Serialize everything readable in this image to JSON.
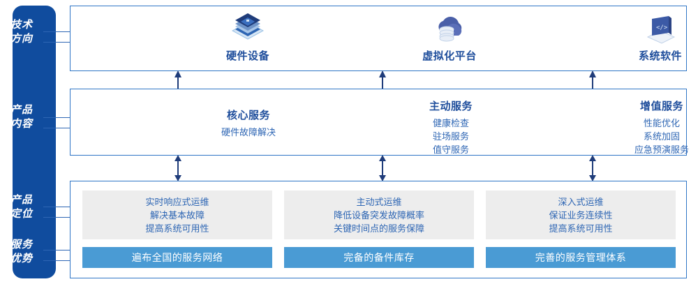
{
  "colors": {
    "sidebar_blue": "#104C9E",
    "border_blue": "#2E75C6",
    "text_blue": "#1F4E9C",
    "body_blue": "#2E66B4",
    "gray_card": "#EDEDED",
    "bar_blue": "#4A9BD4",
    "white": "#FFFFFF"
  },
  "sidebar": {
    "items": [
      {
        "id": "tech-direction",
        "lines": [
          "技术",
          "方向"
        ]
      },
      {
        "id": "product-content",
        "lines": [
          "产品",
          "内容"
        ]
      },
      {
        "id": "product-position",
        "lines": [
          "产品",
          "定位"
        ]
      },
      {
        "id": "service-advantage",
        "lines": [
          "服务",
          "优势"
        ]
      }
    ]
  },
  "tech_row": {
    "columns": [
      {
        "icon": "server-stack-icon",
        "title": "硬件设备"
      },
      {
        "icon": "cloud-database-icon",
        "title": "虚拟化平台"
      },
      {
        "icon": "laptop-code-icon",
        "title": "系统软件"
      }
    ]
  },
  "arrows": {
    "up": "arrow-up-icon",
    "bidirectional": "arrow-up-down-icon"
  },
  "content_row": {
    "columns": [
      {
        "title": "核心服务",
        "items": [
          "硬件故障解决"
        ]
      },
      {
        "title": "主动服务",
        "items": [
          "健康检查",
          "驻场服务",
          "值守服务"
        ]
      },
      {
        "title": "增值服务",
        "items": [
          "性能优化",
          "系统加固",
          "应急预演服务"
        ]
      }
    ]
  },
  "position_row": {
    "cards": [
      {
        "items": [
          "实时响应式运维",
          "解决基本故障",
          "提高系统可用性"
        ]
      },
      {
        "items": [
          "主动式运维",
          "降低设备突发故障概率",
          "关键时间点的服务保障"
        ]
      },
      {
        "items": [
          "深入式运维",
          "保证业务连续性",
          "提高系统可用性"
        ]
      }
    ]
  },
  "advantage_row": {
    "bars": [
      {
        "label": "遍布全国的服务网络"
      },
      {
        "label": "完备的备件库存"
      },
      {
        "label": "完善的服务管理体系"
      }
    ]
  }
}
